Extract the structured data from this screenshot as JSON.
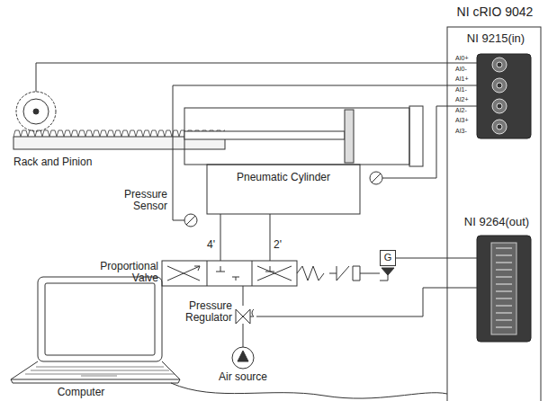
{
  "diagram": {
    "nodes": [
      {
        "text": [
          "NI cRIO 9042"
        ]
      },
      {
        "text": [
          "NI 9215(in)"
        ],
        "in": 0
      },
      {
        "text": [
          "NI 9264(out)"
        ],
        "in": 0
      },
      {
        "text": [
          "Pneumatic Cylinder"
        ]
      },
      {
        "text": [
          "G"
        ]
      }
    ],
    "edges": [
      {
        "from": 4,
        "to": 2,
        "arrow": "none"
      }
    ],
    "labels": [
      "AI0+",
      "AI0-",
      "AI1+",
      "AI1-",
      "AI2+",
      "AI2-",
      "AI3+",
      "AI3-",
      "Rack and Pinion",
      "Pressure Sensor",
      "4'",
      "2'",
      "Proportional Valve",
      "Pressure Regulator",
      "Air source",
      "Computer"
    ]
  }
}
